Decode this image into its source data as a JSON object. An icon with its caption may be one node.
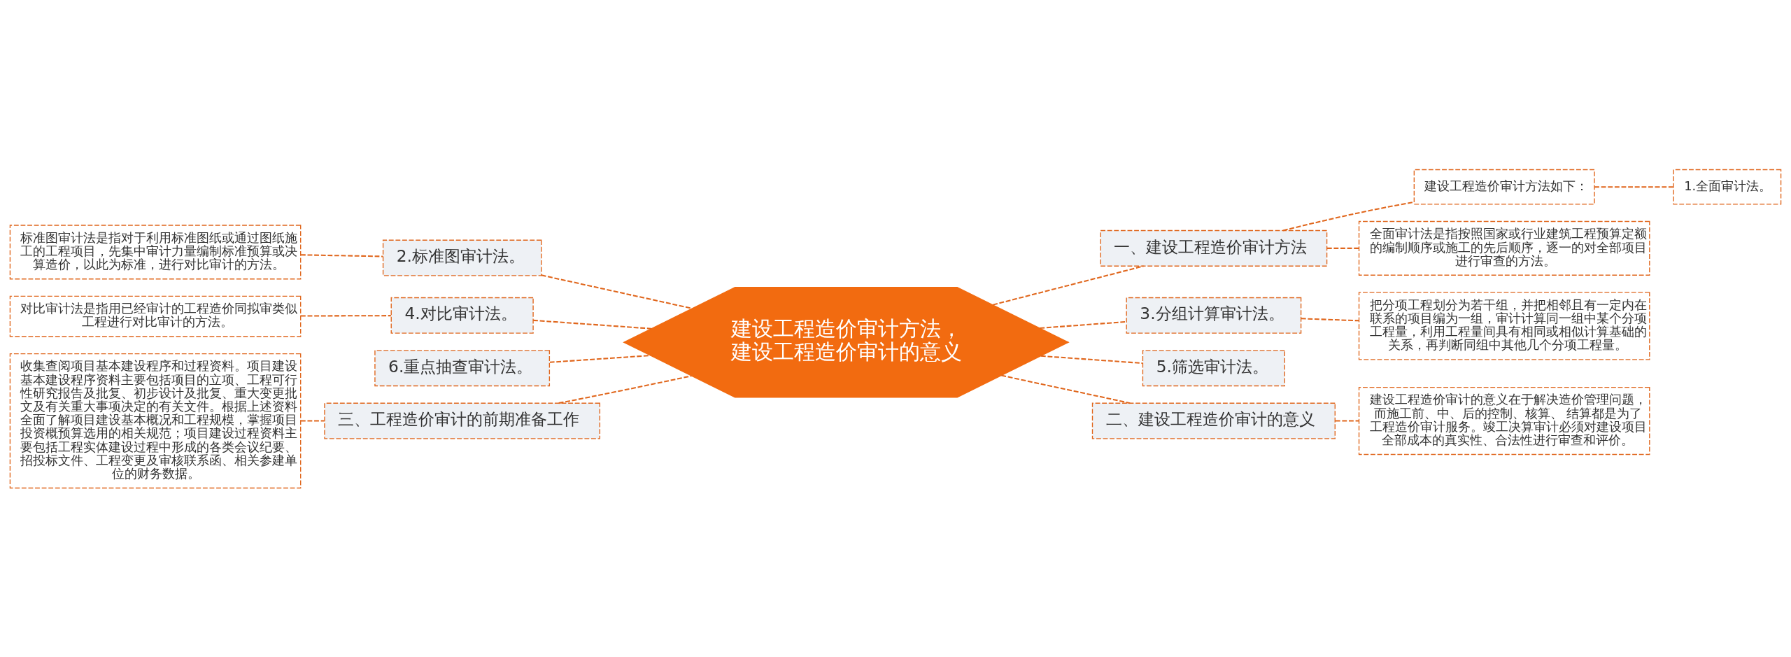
{
  "diagram": {
    "nodes": [
      {
        "text": [
          "建设工程造价审计方法，建设工程造价审计的意义"
        ]
      },
      {
        "text": [
          "一、建设工程造价审计方法"
        ]
      },
      {
        "text": [
          "建设工程造价审计方法如下："
        ]
      },
      {
        "text": [
          "1.全面审计法。"
        ]
      },
      {
        "text": [
          "全面审计法是指按照国家或行业建筑工程预算定额的编制顺序或施工的先后顺序，逐一的对全部项目进行审查的方法。"
        ]
      },
      {
        "text": [
          "3.分组计算审计法。"
        ]
      },
      {
        "text": [
          "把分项工程划分为若干组，并把相邻且有一定内在联系的项目编为一组，审计计算同一组中某个分项工程量，利用工程量间具有相同或相似计算基础的关系，再判断同组中其他几个分项工程量。"
        ]
      },
      {
        "text": [
          "5.筛选审计法。"
        ]
      },
      {
        "text": [
          "二、建设工程造价审计的意义"
        ]
      },
      {
        "text": [
          "建设工程造价审计的意义在于解决造价管理问题，而施工前、中、后的控制、核算、 结算都是为了工程造价审计服务。竣工决算审计必须对建设项目全部成本的真实性、合法性进行审查和评价。"
        ]
      },
      {
        "text": [
          "2.标准图审计法。"
        ]
      },
      {
        "text": [
          "标准图审计法是指对于利用标准图纸或通过图纸施工的工程项目，先集中审计力量编制标准预算或决算造价，以此为标准，进行对比审计的方法。"
        ]
      },
      {
        "text": [
          "4.对比审计法。"
        ]
      },
      {
        "text": [
          "对比审计法是指用已经审计的工程造价同拟审类似工程进行对比审计的方法。"
        ]
      },
      {
        "text": [
          "6.重点抽查审计法。"
        ]
      },
      {
        "text": [
          "三、工程造价审计的前期准备工作"
        ]
      },
      {
        "text": [
          "收集查阅项目基本建设程序和过程资料。项目建设基本建设程序资料主要包括项目的立项、工程可行性研究报告及批复、初步设计及批复、重大变更批文及有关重大事项决定的有关文件。根据上述资料全面了解项目建设基本概况和工程规模，掌握项目投资概预算选用的相关规范；项目建设过程资料主要包括工程实体建设过程中形成的各类会议纪要、招投标文件、工程变更及审核联系函、相关参建单位的财务数据。"
        ]
      }
    ],
    "edges": [
      {
        "from": 0,
        "to": 1,
        "arrow": "none",
        "style": "dashed"
      },
      {
        "from": 1,
        "to": 2,
        "arrow": "none",
        "style": "dashed"
      },
      {
        "from": 2,
        "to": 3,
        "arrow": "none",
        "style": "dashed"
      },
      {
        "from": 1,
        "to": 4,
        "arrow": "none",
        "style": "dashed"
      },
      {
        "from": 0,
        "to": 5,
        "arrow": "none",
        "style": "dashed"
      },
      {
        "from": 5,
        "to": 6,
        "arrow": "none",
        "style": "dashed"
      },
      {
        "from": 0,
        "to": 7,
        "arrow": "none",
        "style": "dashed"
      },
      {
        "from": 0,
        "to": 8,
        "arrow": "none",
        "style": "dashed"
      },
      {
        "from": 8,
        "to": 9,
        "arrow": "none",
        "style": "dashed"
      },
      {
        "from": 0,
        "to": 10,
        "arrow": "none",
        "style": "dashed"
      },
      {
        "from": 10,
        "to": 11,
        "arrow": "none",
        "style": "dashed"
      },
      {
        "from": 0,
        "to": 12,
        "arrow": "none",
        "style": "dashed"
      },
      {
        "from": 12,
        "to": 13,
        "arrow": "none",
        "style": "dashed"
      },
      {
        "from": 0,
        "to": 14,
        "arrow": "none",
        "style": "dashed"
      },
      {
        "from": 0,
        "to": 15,
        "arrow": "none",
        "style": "dashed"
      },
      {
        "from": 15,
        "to": 16,
        "arrow": "none",
        "style": "dashed"
      }
    ]
  }
}
